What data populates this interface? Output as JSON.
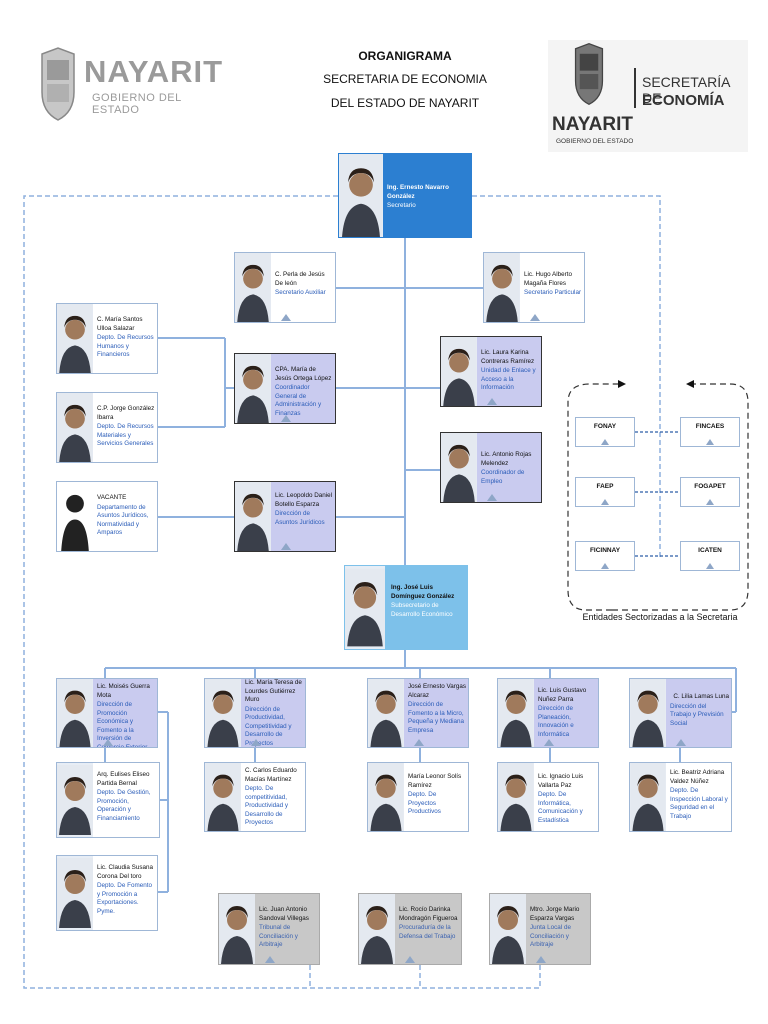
{
  "header": {
    "title": "ORGANIGRAMA",
    "subtitle1": "SECRETARIA DE ECONOMIA",
    "subtitle2": "DEL ESTADO DE NAYARIT",
    "left_logo": {
      "name": "NAYARIT",
      "sub": "GOBIERNO DEL ESTADO"
    },
    "right_logo": {
      "line1": "SECRETARÍA DE",
      "line2": "ECONOMÍA",
      "name": "NAYARIT",
      "sub": "GOBIERNO DEL ESTADO"
    }
  },
  "secretary": {
    "name": "Ing. Ernesto Navarro González",
    "role": "Secretario"
  },
  "level1": [
    {
      "name": "C. Perla de Jesús De león",
      "role": "Secretario Auxiliar"
    },
    {
      "name": "Lic.  Hugo Alberto Magaña Flores",
      "role": "Secretario Particular"
    }
  ],
  "left_column": [
    {
      "name": "C. María Santos Ulloa Salazar",
      "role": "Depto. De Recursos Humanos y Financieros"
    },
    {
      "name": "C.P. Jorge González Ibarra",
      "role": "Depto. De Recursos Materiales y Servicios Generales"
    },
    {
      "name": "VACANTE",
      "role": "Departamento de Asuntos Jurídicos, Normatividad y Amparos"
    }
  ],
  "coordinators": [
    {
      "name": "CPA. María de Jesús Ortega López",
      "role": "Coordinador General de Administración y Finanzas"
    },
    {
      "name": "Lic. Leopoldo Daniel Botello Esparza",
      "role": "Dirección de Asuntos Jurídicos"
    }
  ],
  "right_cards": [
    {
      "name": "Lic. Laura Karina Contreras Ramírez",
      "role": "Unidad de Enlace y Acceso a la Información"
    },
    {
      "name": "Lic. Antonio Rojas Melendez",
      "role": "Coordinador de Empleo"
    }
  ],
  "undersecretary": {
    "name": "Ing. José Luis Domínguez González",
    "role": "Subsecretario de Desarrollo Económico"
  },
  "directions": [
    {
      "name": "Lic. Moisés Guerra Mota",
      "role": "Dirección de Promoción Económica y Fomento a la Inversión de Comercio Exterior"
    },
    {
      "name": "Lic. María Teresa de Lourdes Gutiérrez Muro",
      "role": "Dirección de Productividad, Competitividad y Desarrollo de Proyectos"
    },
    {
      "name": "José Ernesto Vargas Alcaraz",
      "role": "Dirección de Fomento a la Micro, Pequeña y Mediana Empresa"
    },
    {
      "name": "Lic. Luis Gustavo Nuñez Parra",
      "role": "Dirección de Planeación, Innovación e Informática"
    },
    {
      "name": "C. Lilia Lamas Luna",
      "role": "Dirección del Trabajo y Previsión Social"
    }
  ],
  "departments": [
    {
      "name": "Arq. Eulises Eliseo Partida Bernal",
      "role": "Depto. De Gestión, Promoción, Operación y Financiamiento"
    },
    {
      "name": "C. Carlos Eduardo Macías Martínez",
      "role": "Depto. De competitividad, Productividad y Desarrollo de Proyectos"
    },
    {
      "name": "María Leonor Solís Ramírez",
      "role": "Depto. De Proyectos Productivos"
    },
    {
      "name": "Lic. Ignacio Luis Vallarta Paz",
      "role": "Depto. De Informática, Comunicación y Estadística"
    },
    {
      "name": "Lic. Beatriz Adriana Valdez Núñez",
      "role": "Depto. De Inspección Laboral y Seguridad en el Trabajo"
    },
    {
      "name": "Lic. Claudia Susana Corona Del toro",
      "role": "Depto. De Fomento y Promoción a Exportaciones. Pyme."
    }
  ],
  "labor_boards": [
    {
      "name": "Lic. Juan Antonio Sandoval Villegas",
      "role": "Tribunal de Conciliación y Arbitraje"
    },
    {
      "name": "Lic. Rocío Darinka Mondragón Figueroa",
      "role": "Procuraduría de la Defensa del Trabajo"
    },
    {
      "name": "Mtro. Jorge Mario Esparza Vargas",
      "role": "Junta Local de Conciliación y Arbitraje"
    }
  ],
  "entities": {
    "caption": "Entidades Sectorizadas a la Secretaria",
    "items": [
      "FONAY",
      "FINCAES",
      "FAEP",
      "FOGAPET",
      "FICINNAY",
      "ICATEN"
    ]
  }
}
